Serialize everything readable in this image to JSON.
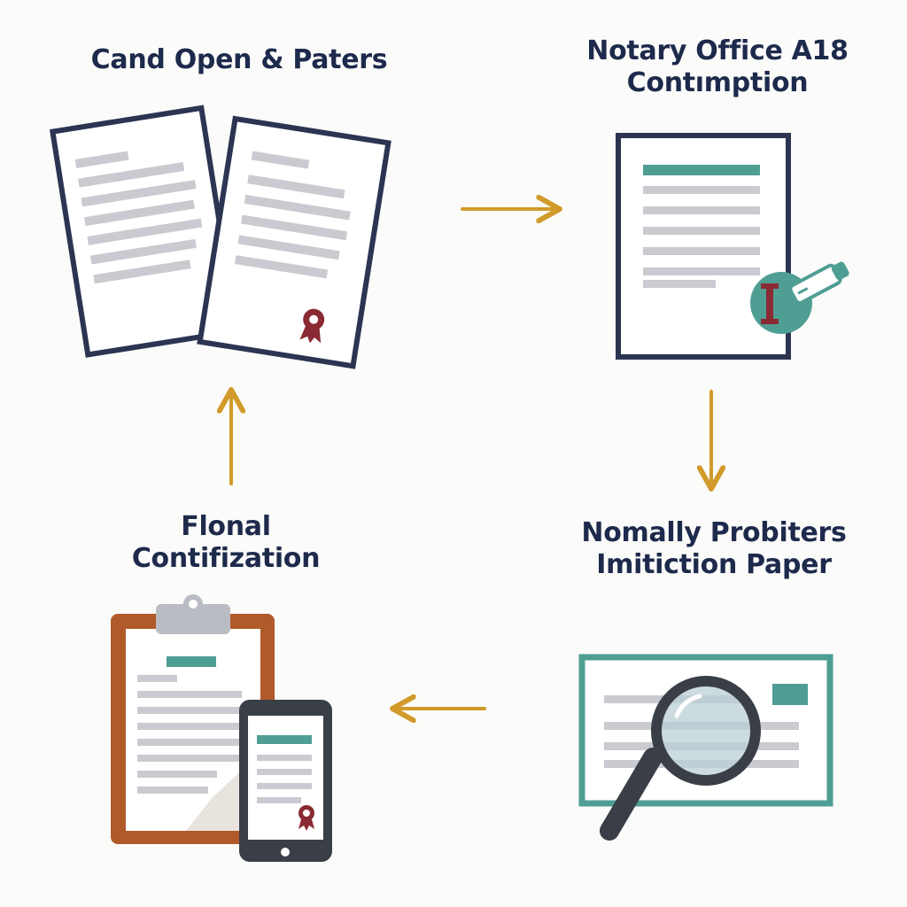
{
  "steps": [
    {
      "id": "step-1",
      "lines": [
        "Cand Open & Paters"
      ]
    },
    {
      "id": "step-2",
      "lines": [
        "Notary Office A18",
        "Contımption"
      ]
    },
    {
      "id": "step-3",
      "lines": [
        "Nomally Probiters",
        "Imitiction Paper"
      ]
    },
    {
      "id": "step-4",
      "lines": [
        "Flonal",
        "Contifization"
      ]
    }
  ],
  "icons": {
    "step_1": "two-documents-icon",
    "step_2": "notarized-document-with-stamp-icon",
    "step_3": "document-with-magnifying-glass-icon",
    "step_4": "clipboard-and-phone-icon"
  },
  "colors": {
    "background": "#fbfbf9",
    "text": "#1d2a4c",
    "arrow": "#d19a2a",
    "outline": "#2b3552",
    "teal": "#4f9e94",
    "seal": "#8a2a33",
    "clipboard": "#b05a2a",
    "lines": "#c9cbd0"
  }
}
